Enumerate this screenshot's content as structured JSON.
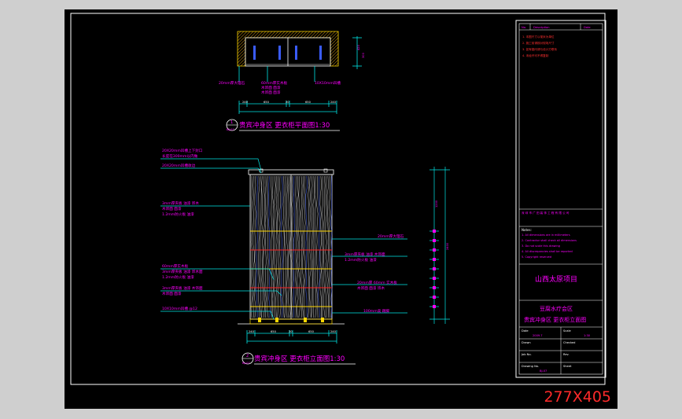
{
  "sheet_size": "277X405",
  "plan": {
    "label_a": "20mm厚大理石",
    "label_b": "60mm厚实木板",
    "label_c": "木饰面 面漆",
    "label_d": "10X10mm凹槽",
    "dims": [
      "240",
      "650",
      "20",
      "650",
      "240"
    ],
    "height_dims": [
      "420",
      "300"
    ],
    "title": "贵宾冲身区 更衣柜平面图1:30",
    "index_number": "1",
    "index_sheet": "BJ-07"
  },
  "elevation": {
    "left_notes": [
      "20X20mm凹槽上下封口",
      "长度在300mm以内做",
      "20X20mm凹槽收边",
      "3mm厚夹板 油漆 饰木",
      "木饰面 面漆",
      "1.2mm防火板 油漆",
      "60mm厚实木板",
      "3mm厚夹板 油漆 饰木面",
      "1.2mm防火板 油漆",
      "3mm厚夹板 油漆 木饰面",
      "木饰面 面漆",
      "10X10mm凹槽 @12"
    ],
    "right_notes": [
      "20mm厚大理石",
      "3mm厚夹板 油漆 木饰面",
      "1.2mm防火板 油漆",
      "20mm厚 60mm 实木板",
      "木饰面 面漆 饰木",
      "100mm高 踢脚"
    ],
    "vertical_dims": [
      "1200",
      "2400"
    ],
    "bottom_dims": [
      "240",
      "650",
      "20",
      "650",
      "240"
    ],
    "title": "贵宾冲身区 更衣柜立面图1:30",
    "index_number": "2",
    "index_sheet": "BJ-07"
  },
  "title_block": {
    "header_left": "No.",
    "header_mid": "Description",
    "header_right": "Date",
    "red_notes": [
      "1. 本图尺寸以毫米为单位",
      "2. 施工前请核对现场尺寸",
      "3. 如有疑问请与设计方联系",
      "4. 未经许可不得复制"
    ],
    "company_line": "深 圳 市 广 田 装 饰 工 程 有 限 公 司",
    "notes_heading": "Notes:",
    "notes": [
      "1. All dimensions are in millimeters",
      "2. Contractor shall check all dimensions",
      "3. Do not scale this drawing",
      "4. All discrepancies shall be reported",
      "5. Copyright reserved"
    ],
    "project_name": "山西太原项目",
    "area_name": "豆腐水疗会区",
    "drawing_title": "贵宾冲身区 更衣柜立面图",
    "fields": [
      {
        "label": "Date",
        "value": "2009.7",
        "label2": "Scale",
        "value2": "1:30"
      },
      {
        "label": "Drawn",
        "value": "",
        "label2": "Checked",
        "value2": ""
      },
      {
        "label": "Job No.",
        "value": "",
        "label2": "Rev.",
        "value2": ""
      },
      {
        "label": "Drawing No.",
        "value": "BJ-07",
        "label2": "Sheet",
        "value2": ""
      }
    ]
  }
}
